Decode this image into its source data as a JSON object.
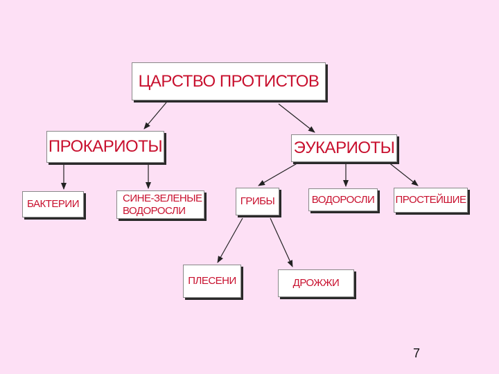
{
  "diagram": {
    "nodes": {
      "root": "ЦАРСТВО ПРОТИСТОВ",
      "prokaryotes": "ПРОКАРИОТЫ",
      "eukaryotes": "ЭУКАРИОТЫ",
      "bacteria": "БАКТЕРИИ",
      "blue_green_algae": "СИНЕ-ЗЕЛЕНЫЕ\nВОДОРОСЛИ",
      "fungi": "ГРИБЫ",
      "algae": "ВОДОРОСЛИ",
      "protozoa": "ПРОСТЕЙШИЕ",
      "molds": "ПЛЕСЕНИ",
      "yeast": "ДРОЖЖИ"
    },
    "edges": [
      [
        "root",
        "prokaryotes"
      ],
      [
        "root",
        "eukaryotes"
      ],
      [
        "prokaryotes",
        "bacteria"
      ],
      [
        "prokaryotes",
        "blue_green_algae"
      ],
      [
        "eukaryotes",
        "fungi"
      ],
      [
        "eukaryotes",
        "algae"
      ],
      [
        "eukaryotes",
        "protozoa"
      ],
      [
        "fungi",
        "molds"
      ],
      [
        "fungi",
        "yeast"
      ]
    ]
  },
  "page_number": "7"
}
